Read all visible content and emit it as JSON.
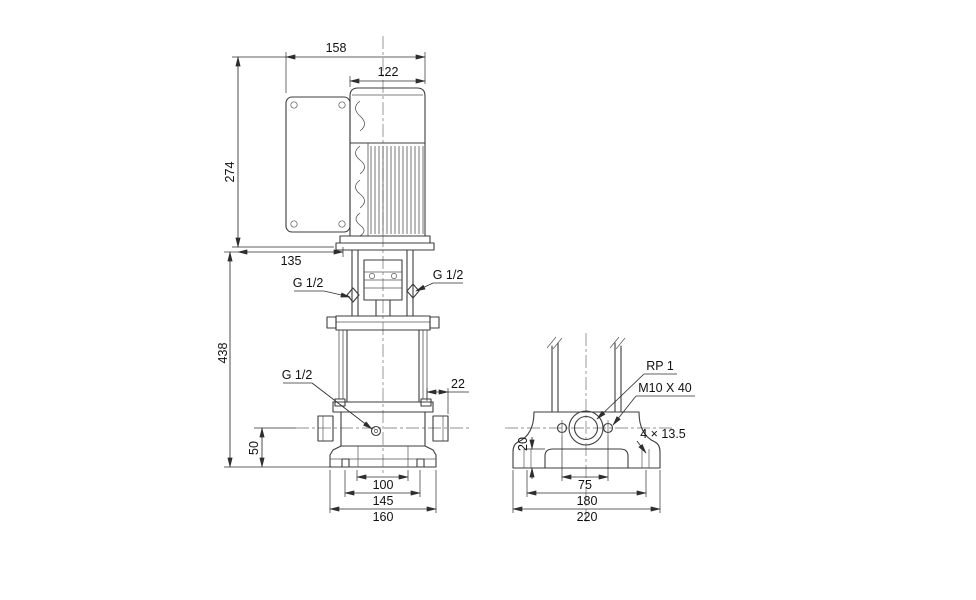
{
  "front_view": {
    "dim_width_total": "158",
    "dim_width_fan": "122",
    "dim_height_motor": "274",
    "dim_width_head": "135",
    "dim_height_pump": "438",
    "label_port_left": "G 1/2",
    "label_port_right": "G 1/2",
    "label_port_drain": "G 1/2",
    "dim_port_offset": "22",
    "dim_port_center_height": "50",
    "dim_base_holes_inner": "100",
    "dim_base_holes_outer": "145",
    "dim_base_width": "160"
  },
  "side_view": {
    "label_port_thread": "RP 1",
    "label_bolt_spec": "M10 X 40",
    "label_foot_holes": "4 × 13.5",
    "dim_base_plate_height": "20",
    "dim_bolt_spacing": "75",
    "dim_foot_hole_spacing": "180",
    "dim_base_width": "220"
  }
}
